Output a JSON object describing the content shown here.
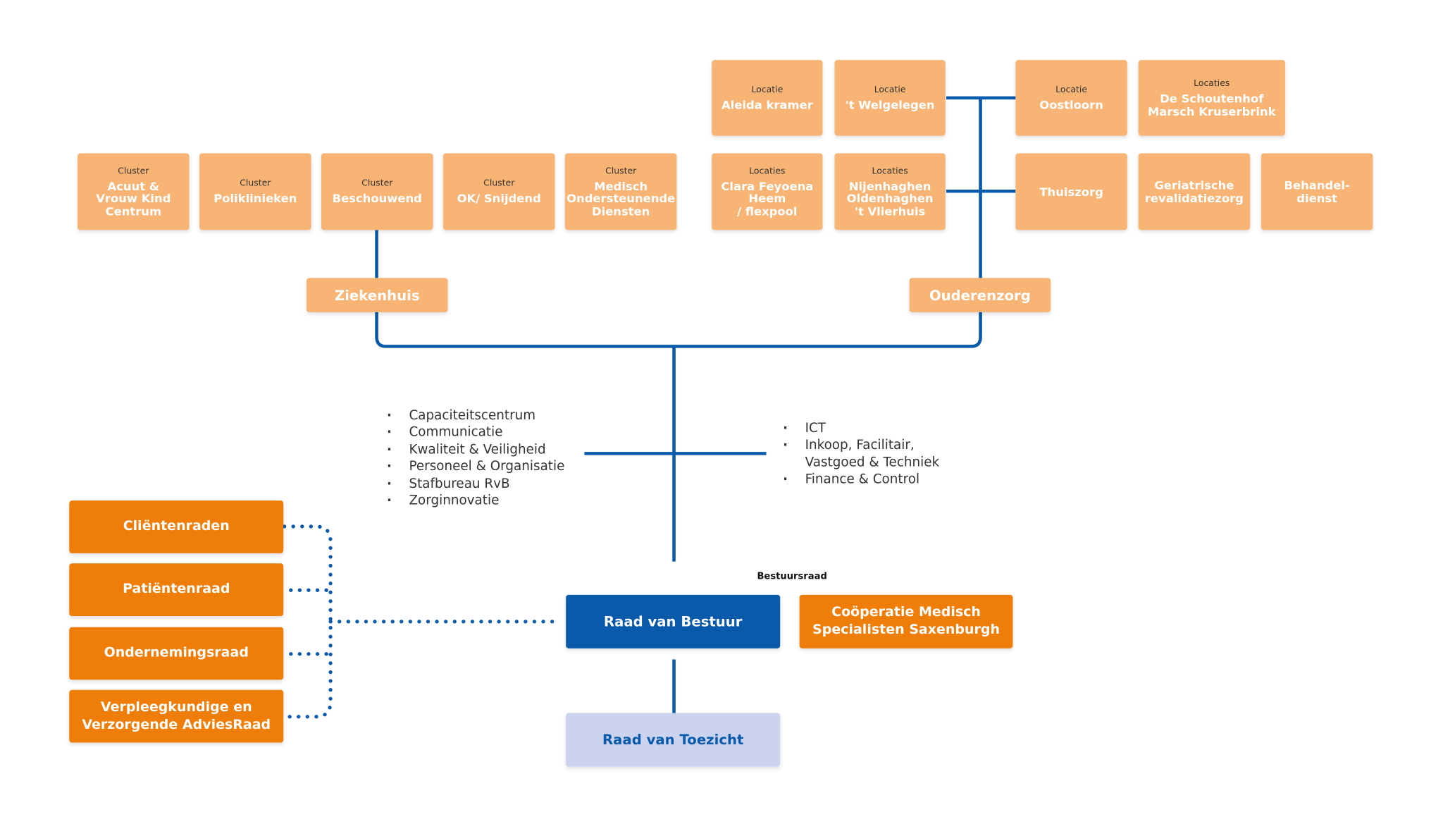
{
  "clusters": [
    {
      "label": "Cluster",
      "name": "Acuut &\nVrouw Kind\nCentrum"
    },
    {
      "label": "Cluster",
      "name": "Poliklinieken"
    },
    {
      "label": "Cluster",
      "name": "Beschouwend"
    },
    {
      "label": "Cluster",
      "name": "OK/ Snijdend"
    },
    {
      "label": "Cluster",
      "name": "Medisch\nOndersteunende\nDiensten"
    }
  ],
  "locations_top": [
    {
      "label": "Locatie",
      "name": "Aleida kramer"
    },
    {
      "label": "Locatie",
      "name": "'t Welgelegen"
    },
    {
      "label": "Locatie",
      "name": "Oostloorn"
    },
    {
      "label": "Locaties",
      "name": "De Schoutenhof\nMarsch Kruserbrink"
    }
  ],
  "locations_bottom": [
    {
      "label": "Locaties",
      "name": "Clara Feyoena\nHeem\n/ flexpool"
    },
    {
      "label": "Locaties",
      "name": "Nijenhaghen\nOldenhaghen\n't Vlierhuis"
    },
    {
      "label": "",
      "name": "Thuiszorg"
    },
    {
      "label": "",
      "name": "Geriatrische\nrevalidatiezorg"
    },
    {
      "label": "",
      "name": "Behandel-\ndienst"
    }
  ],
  "divisions": {
    "hospital": "Ziekenhuis",
    "elderly": "Ouderenzorg"
  },
  "staff_left": [
    "Capaciteitscentrum",
    "Communicatie",
    "Kwaliteit & Veiligheid",
    "Personeel & Organisatie",
    "Stafbureau RvB",
    "Zorginnovatie"
  ],
  "staff_right": [
    "ICT",
    "Inkoop, Facilitair,\nVastgoed & Techniek",
    "Finance & Control"
  ],
  "councils": [
    "Cliëntenraden",
    "Patiëntenraad",
    "Ondernemingsraad",
    "Verpleegkundige en\nVerzorgende AdviesRaad"
  ],
  "board_caption": "Bestuursraad",
  "board": "Raad van Bestuur",
  "coop": "Coöperatie Medisch\nSpecialisten Saxenburgh",
  "supervisory": "Raad van Toezicht",
  "colors": {
    "line": "#0a5aab",
    "peach": "#f8b474",
    "orange": "#ee7d0a",
    "board_blue": "#0a5aab",
    "supervisory_bg": "#cbd3ee"
  }
}
